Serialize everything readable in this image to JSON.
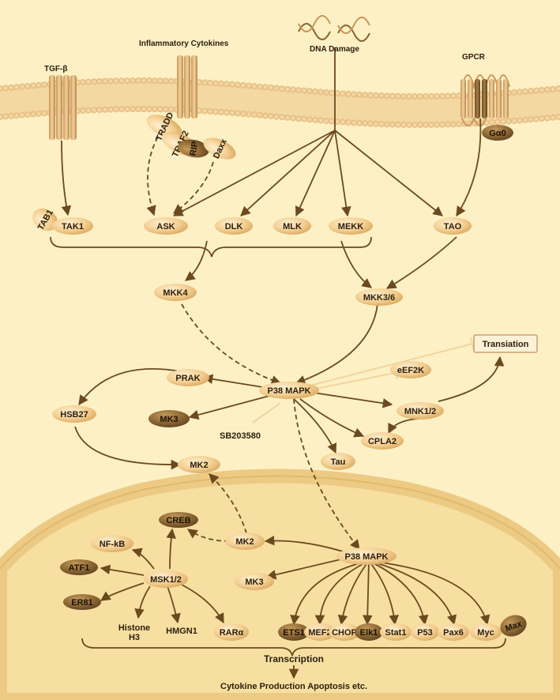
{
  "labels": {
    "tgf": "TGF-β",
    "cytokines": "Inflammatory Cytokines",
    "dna": "DNA Damage",
    "gpcr": "GPCR",
    "galpha": "Gα0",
    "tradd": "TRADD",
    "traf2": "TRAF2",
    "rip": "RIP",
    "daxx": "Daxx",
    "tab1": "TAB1",
    "tak1": "TAK1",
    "ask": "ASK",
    "dlk": "DLK",
    "mlk": "MLK",
    "mekk": "MEKK",
    "tao": "TAO",
    "mkk4": "MKK4",
    "mkk36": "MKK3/6",
    "translation": "Transiation",
    "eef2k": "eEF2K",
    "prak": "PRAK",
    "p38": "P38 MAPK",
    "hsb27": "HSB27",
    "mk3": "MK3",
    "sb": "SB203580",
    "mnk": "MNK1/2",
    "cpla2": "CPLA2",
    "tau": "Tau",
    "mk2": "MK2",
    "creb": "CREB",
    "mk2n": "MK2",
    "p38n": "P38 MAPK",
    "nfkb": "NF-kB",
    "atf1": "ATF1",
    "msk": "MSK1/2",
    "er81": "ER81",
    "histone1": "Histone",
    "histone2": "H3",
    "hmgn1": "HMGN1",
    "rar": "RARα",
    "mk3n": "MK3",
    "ets1": "ETS1",
    "mef2": "MEF2",
    "chop": "CHOP",
    "elk1": "Elk1",
    "stat1": "Stat1",
    "p53": "P53",
    "pax6": "Pax6",
    "myc": "Myc",
    "max": "Max",
    "transcription": "Transcription",
    "outcome": "Cytokine Production Apoptosis etc."
  },
  "colors": {
    "background": "#fdf0c4",
    "nucleus": "#f6dfa0",
    "arrow": "#6a4a1e",
    "inhibit": "#f1d5a0",
    "node_light": "#f3ce90",
    "node_dark": "#8a6532",
    "membrane": "#e9c98a"
  }
}
